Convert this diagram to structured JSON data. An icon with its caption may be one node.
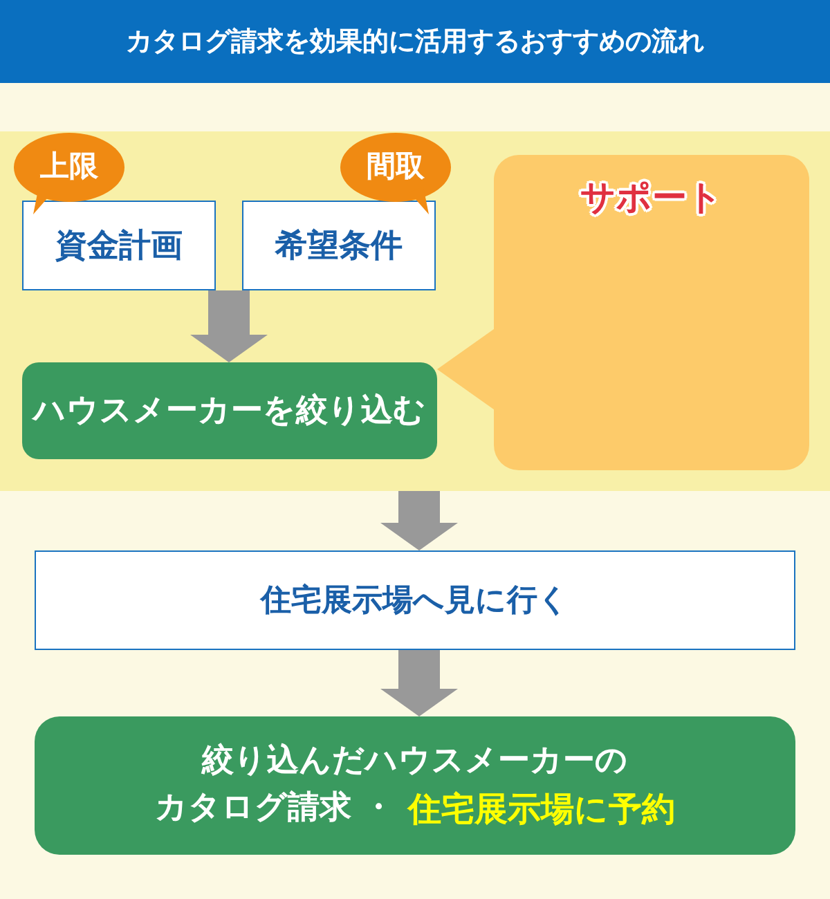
{
  "diagram": {
    "title": "カタログ請求を効果的に活用するおすすめの流れ",
    "nodes": [
      {
        "text": [],
        "shape": "box"
      },
      {
        "text": [
          "上限"
        ],
        "in": 0
      },
      {
        "text": [
          "間取"
        ],
        "in": 0
      },
      {
        "text": [
          "サポート"
        ],
        "in": 0
      },
      {
        "text": [
          "資金計画"
        ],
        "in": 0
      },
      {
        "text": [
          "希望条件"
        ],
        "in": 0
      },
      {
        "text": [
          "ハウスメーカーを絞り込む"
        ],
        "in": 0
      },
      {
        "text": [
          "住宅展示場へ見に行く"
        ]
      },
      {
        "text": [
          "絞り込んだハウスメーカーの",
          "カタログ請求 ・",
          "住宅展示場に予約"
        ]
      }
    ],
    "edges": [
      {
        "from": 4,
        "to": 6,
        "arrow": "to"
      },
      {
        "from": 5,
        "to": 6,
        "arrow": "to"
      },
      {
        "from": 3,
        "to": 6,
        "arrow": "to",
        "color": "#fdcb6a"
      },
      {
        "from": 0,
        "to": 7,
        "arrow": "to"
      },
      {
        "from": 7,
        "to": 8,
        "arrow": "to"
      }
    ]
  }
}
